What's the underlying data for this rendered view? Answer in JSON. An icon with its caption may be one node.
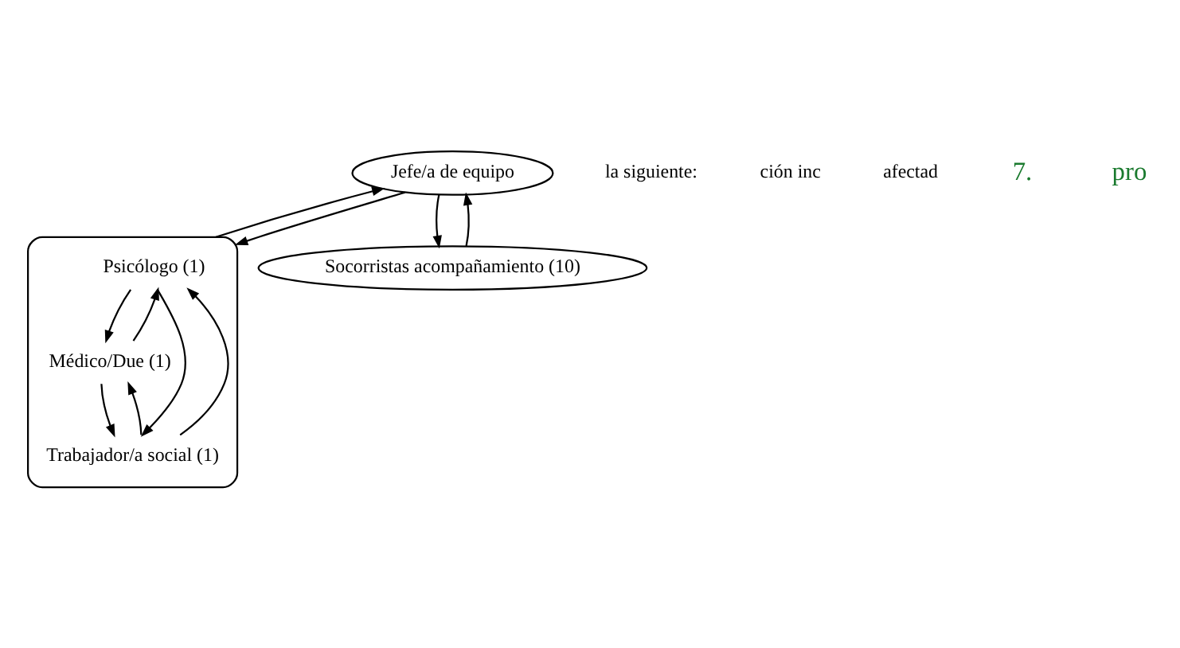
{
  "diagram": {
    "nodes": [
      {
        "text": [
          "Jefe/a de equipo"
        ]
      },
      {
        "text": [],
        "shape": "ellipse"
      },
      {
        "text": [
          "Psicólogo (1)"
        ],
        "in": 1
      },
      {
        "text": [
          "Médico/Due (1)"
        ],
        "in": 1
      },
      {
        "text": [
          "Trabajador/a social (1)"
        ],
        "in": 1
      },
      {
        "text": [
          "Socorristas acompañamiento (10)"
        ]
      }
    ],
    "edges": [
      {
        "from": 0,
        "to": 1,
        "arrow": "to"
      },
      {
        "from": 1,
        "to": 0,
        "arrow": "to"
      },
      {
        "from": 2,
        "to": 3,
        "arrow": "to"
      },
      {
        "from": 3,
        "to": 2,
        "arrow": "to"
      },
      {
        "from": 3,
        "to": 4,
        "arrow": "to"
      },
      {
        "from": 4,
        "to": 3,
        "arrow": "to"
      },
      {
        "from": 4,
        "to": 2,
        "arrow": "to"
      },
      {
        "from": 2,
        "to": 4,
        "arrow": "to"
      },
      {
        "from": 5,
        "to": 0,
        "arrow": "to"
      },
      {
        "from": 0,
        "to": 5,
        "arrow": "to"
      }
    ],
    "labels": [
      "la siguiente:",
      "ción inc",
      "afectad",
      "7.",
      "pro"
    ]
  }
}
